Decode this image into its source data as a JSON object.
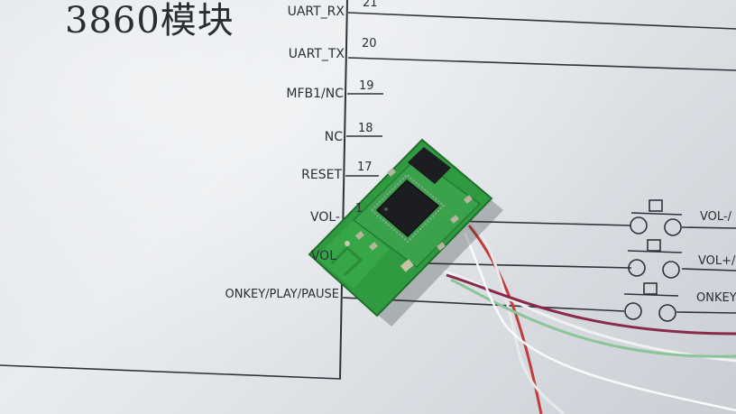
{
  "schematic": {
    "title": "3860模块",
    "pins": [
      {
        "label": "UART_RX",
        "number": "21"
      },
      {
        "label": "UART_TX",
        "number": "20"
      },
      {
        "label": "MFB1/NC",
        "number": "19"
      },
      {
        "label": "NC",
        "number": "18"
      },
      {
        "label": "RESET",
        "number": "17"
      },
      {
        "label": "VOL-",
        "number": "1"
      },
      {
        "label": "VOL",
        "number": ""
      }
    ],
    "onkey_label": "ONKEY/PLAY/PAUSE",
    "right_labels": [
      "VOL-/",
      "VOL+/",
      "ONKEY"
    ]
  },
  "colors": {
    "pcb": "#2f9a3f",
    "pcb_dark": "#1f6e2c",
    "chip": "#1b1d20",
    "line": "#2f3238"
  }
}
